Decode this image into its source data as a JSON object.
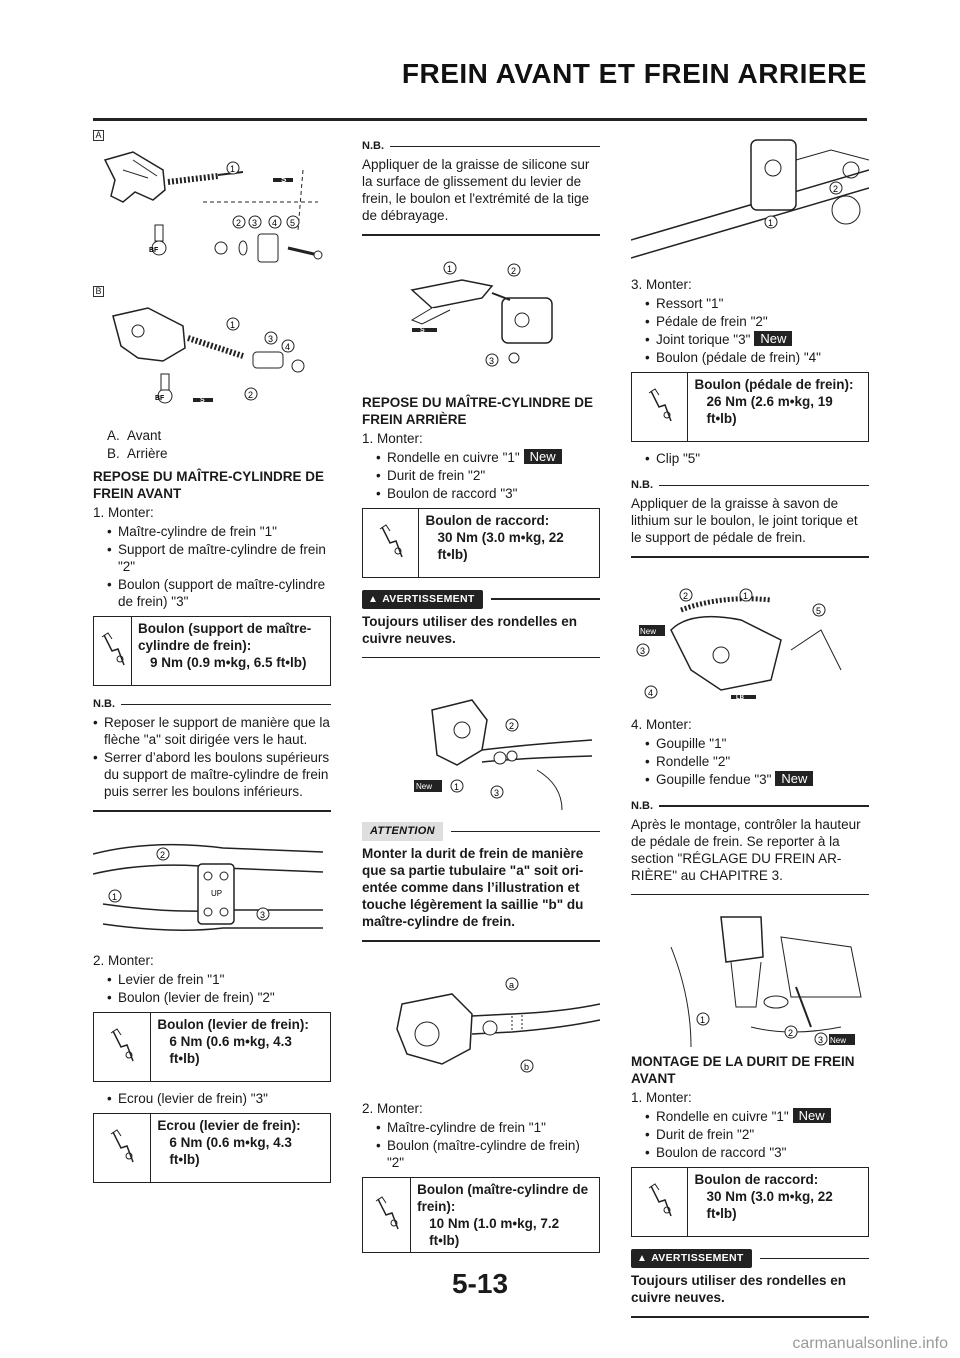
{
  "header": {
    "title": "FREIN AVANT ET FREIN ARRIERE"
  },
  "footer": {
    "page_number": "5-13",
    "watermark": "carmanualsonline.info"
  },
  "col1": {
    "fig_a_flag": "A",
    "fig_b_flag": "B",
    "legend": [
      {
        "key": "A.",
        "text": "Avant"
      },
      {
        "key": "B.",
        "text": "Arrière"
      }
    ],
    "section1_title": "REPOSE DU MAÎTRE-CYLINDRE DE FREIN AVANT",
    "step1": "1. Monter:",
    "step1_items": [
      "Maître-cylindre de frein \"1\"",
      "Support de maître-cylindre de frein \"2\"",
      "Boulon (support de maître-cylin­dre de frein) \"3\""
    ],
    "spec1_title": "Boulon (support de maî­tre-cylindre de frein):",
    "spec1_value": "9 Nm (0.9 m•kg, 6.5 ft•lb)",
    "note_label": "N.B.",
    "note1_items": [
      "Reposer le support de manière que la flèche \"a\" soit dirigée vers le haut.",
      "Serrer d’abord les boulons su­périeurs du support de maître-cylin­dre de frein puis serrer les boulons inférieurs."
    ],
    "step2": "2. Monter:",
    "step2_items": [
      "Levier de frein \"1\"",
      "Boulon (levier de frein) \"2\""
    ],
    "spec2_title": "Boulon (levier de frein):",
    "spec2_value": "6 Nm (0.6 m•kg, 4.3 ft•lb)",
    "step2_extra": "Ecrou (levier de frein) \"3\"",
    "spec3_title": "Ecrou (levier de frein):",
    "spec3_value": "6 Nm (0.6 m•kg, 4.3 ft•lb)"
  },
  "col2": {
    "note_label": "N.B.",
    "note_text": "Appliquer de la graisse de silicone sur la surface de glissement du levier de frein, le boulon et l'extrémité de la tige de débrayage.",
    "section2_title": "REPOSE DU MAÎTRE-CYLINDRE DE FREIN ARRIÈRE",
    "step1": "1. Monter:",
    "step1_item1": "Rondelle en cuivre \"1\"",
    "step1_items_rest": [
      "Durit de frein \"2\"",
      "Boulon de raccord \"3\""
    ],
    "spec1_title": "Boulon de raccord:",
    "spec1_value": "30 Nm (3.0 m•kg, 22 ft•lb)",
    "warning_label": "AVERTISSEMENT",
    "warning_text": "Toujours utiliser des rondelles en cuivre neuves.",
    "attention_label": "ATTENTION",
    "attention_text": "Monter la durit de frein de manière que sa partie tubulaire \"a\" soit ori­entée comme dans l’illustration et touche légèrement la saillie \"b\" du maître-cylindre de frein.",
    "step2": "2. Monter:",
    "step2_items": [
      "Maître-cylindre de frein \"1\"",
      "Boulon (maître-cylindre de frein) \"2\""
    ],
    "spec2_title": "Boulon (maître-cylindre de frein):",
    "spec2_value": "10 Nm (1.0 m•kg, 7.2 ft•lb)"
  },
  "col3": {
    "step3": "3. Monter:",
    "step3_items_a": [
      "Ressort \"1\"",
      "Pédale de frein \"2\""
    ],
    "step3_joint": "Joint torique \"3\"",
    "step3_items_b": [
      "Boulon (pédale de frein) \"4\""
    ],
    "spec1_title": "Boulon (pédale de frein):",
    "spec1_value": "26 Nm (2.6 m•kg, 19 ft•lb)",
    "clip": "Clip \"5\"",
    "note_label": "N.B.",
    "note1_text": "Appliquer de la graisse à savon de lithium sur le boulon, le joint torique et le support de pédale de frein.",
    "step4": "4. Monter:",
    "step4_items": [
      "Goupille \"1\"",
      "Rondelle \"2\""
    ],
    "step4_last": "Goupille fendue \"3\"",
    "note2_text": "Après le montage, contrôler la hau­teur de pédale de frein. Se reporter à la section \"RÉGLAGE DU FREIN AR­RIÈRE\" au CHAPITRE 3.",
    "section3_title": "MONTAGE DE LA DURIT DE FREIN AVANT",
    "step1": "1. Monter:",
    "step1_item1": "Rondelle en cuivre \"1\"",
    "step1_items_rest": [
      "Durit de frein \"2\"",
      "Boulon de raccord \"3\""
    ],
    "spec2_title": "Boulon de raccord:",
    "spec2_value": "30 Nm (3.0 m•kg, 22 ft•lb)",
    "warning_label": "AVERTISSEMENT",
    "warning_text": "Toujours utiliser des rondelles en cuivre neuves."
  },
  "badges": {
    "new": "New"
  },
  "fig_labels": {
    "n1": "1",
    "n2": "2",
    "n3": "3",
    "n4": "4",
    "n5": "5",
    "a": "a",
    "b": "b",
    "s": "S",
    "bf": "BF",
    "lb": "LB",
    "new": "New",
    "up": "UP"
  }
}
